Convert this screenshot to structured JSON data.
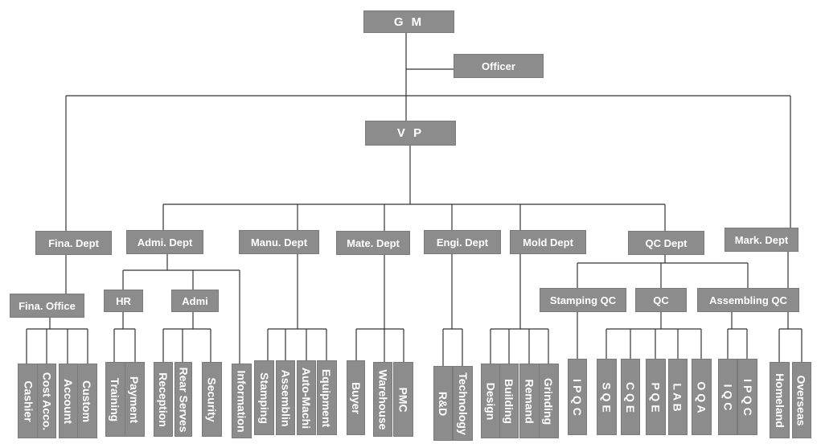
{
  "org": {
    "gm": "G M",
    "officer": "Officer",
    "vp": "V P",
    "depts": {
      "fina": "Fina. Dept",
      "admi": "Admi. Dept",
      "manu": "Manu. Dept",
      "mate": "Mate. Dept",
      "engi": "Engi. Dept",
      "mold": "Mold Dept",
      "qc": "QC Dept",
      "mark": "Mark. Dept"
    },
    "sub": {
      "fina_office": "Fina. Office",
      "hr": "HR",
      "admi": "Admi",
      "stamping_qc": "Stamping QC",
      "qc": "QC",
      "assembling_qc": "Assembling QC"
    },
    "leaves": {
      "cashier": "Cashier",
      "cost_acco": "Cost  Acco.",
      "account": "Account",
      "custom": "Custom",
      "training": "Training",
      "payment": "Payment",
      "reception": "Reception",
      "rear_serves": "Rear Serves",
      "security": "Security",
      "information": "Information",
      "stamping": "Stamping",
      "assemblin": "Assemblin",
      "auto_machi": "Auto-Machi",
      "equipment": "Equipment",
      "buyer": "Buyer",
      "warehouse": "Warehouse",
      "pmc": "PMC",
      "rnd": "R&D",
      "technology": "Technology",
      "design": "Design",
      "building": "Building",
      "remand": "Remand",
      "grinding": "Grinding",
      "ipqc1": "I P Q C",
      "sqe": "S Q E",
      "cqe": "C Q E",
      "pqe": "P Q E",
      "lab": "L A B",
      "oqa": "O Q A",
      "iqc": "I Q C",
      "ipqc2": "I P Q C",
      "homeland": "Homeland",
      "overseas": "Overseas"
    }
  }
}
